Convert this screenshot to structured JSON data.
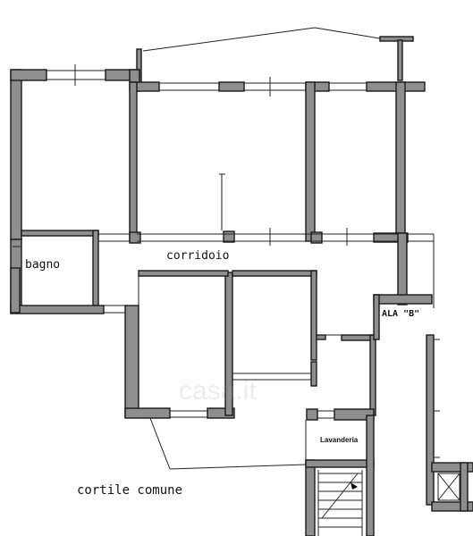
{
  "rooms": {
    "corridor": "corridoio",
    "bathroom": "bagno",
    "laundry": "Lavanderia",
    "wing": "ALA \"B\"",
    "courtyard": "cortile comune"
  },
  "watermark": {
    "text": "casa.it"
  },
  "colors": {
    "wall_fill": "#8e8e8e",
    "wall_stroke": "#1a1a1a",
    "line": "#222222",
    "background": "#ffffff"
  }
}
